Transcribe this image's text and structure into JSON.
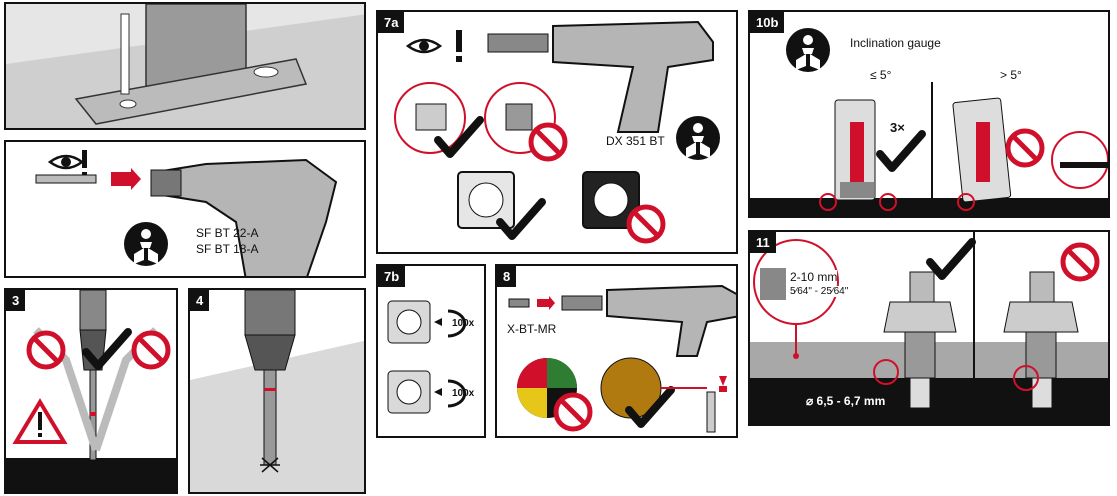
{
  "steps": {
    "s3": "3",
    "s4": "4",
    "s7a": "7a",
    "s7b": "7b",
    "s8": "8",
    "s10b": "10b",
    "s11": "11"
  },
  "labels": {
    "tool_sf_1": "SF BT 22-A",
    "tool_sf_2": "SF BT 18-A",
    "tool_dx": "DX 351 BT",
    "rot_1": "100x",
    "rot_2": "100x",
    "fastener": "X-BT-MR",
    "inclination": "Inclination gauge",
    "angle_ok": "≤ 5°",
    "angle_bad": "> 5°",
    "times": "3×",
    "range_mm": "2-10 mm",
    "range_in": "5⁄64\" - 25⁄64\"",
    "diameter": "⌀ 6,5 - 6,7 mm"
  },
  "colors": {
    "red": "#d0102a",
    "gray": "#a8a8a8",
    "dark": "#111111",
    "light_gray": "#d9d9d9",
    "ok_green": "#111111"
  },
  "icons": [
    "eye-icon",
    "exclamation-icon",
    "manual-icon",
    "checkmark-icon",
    "prohibited-icon",
    "warning-icon",
    "rotation-icon"
  ]
}
